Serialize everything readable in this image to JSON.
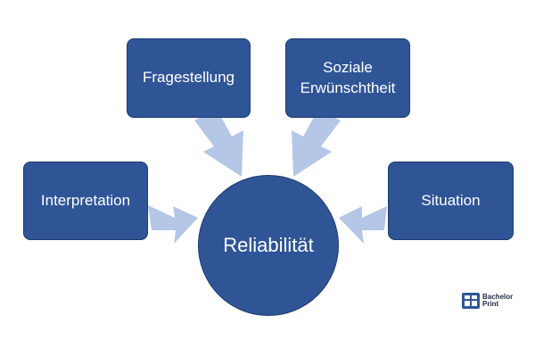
{
  "diagram": {
    "center": {
      "label": "Reliabilität"
    },
    "boxes": [
      {
        "label": "Fragestellung"
      },
      {
        "label": "Soziale\nErwünschtheit"
      },
      {
        "label": "Interpretation"
      },
      {
        "label": "Situation"
      }
    ]
  },
  "logo": {
    "line1": "Bachelor",
    "line2": "Print"
  },
  "colors": {
    "node_fill": "#2f5597",
    "node_border": "#1f3b6e",
    "arrow": "#b4c7e7",
    "text": "#ffffff"
  }
}
